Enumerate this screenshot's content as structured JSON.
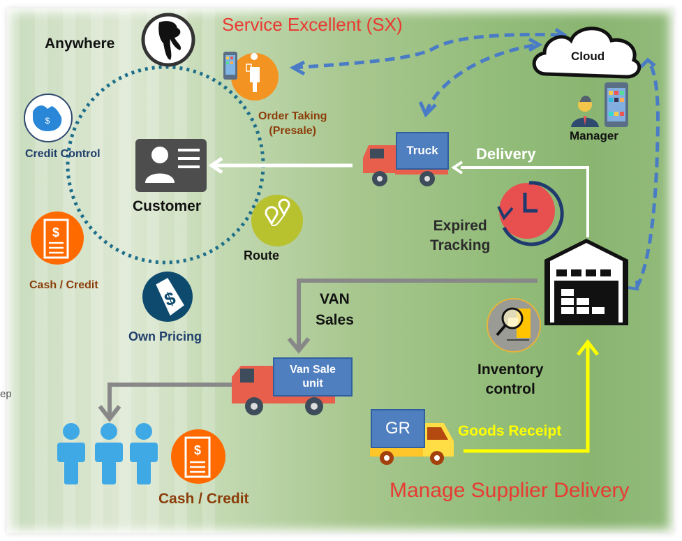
{
  "title": "Service Excellent (SX)",
  "footer_title": "Manage Supplier Delivery",
  "colors": {
    "title_red": "#e83a32",
    "orange": "#ff6a00",
    "brown_text": "#8b3d0a",
    "navy_text": "#1f3d6b",
    "dashed_blue": "#4a7cc6",
    "dotted_teal": "#1e6e8a",
    "yellow_arrow": "#ffff00",
    "gray_arrow": "#808080",
    "truck_red": "#e8604c",
    "box_blue": "#4f7fbf"
  },
  "nodes": {
    "anywhere": {
      "label": "Anywhere",
      "icon": "thailand-map-icon"
    },
    "order_taking": {
      "label_line1": "Order Taking",
      "label_line2": "(Presale)",
      "icon": "salesperson-tablet-icon"
    },
    "credit_control": {
      "label": "Credit Control",
      "icon": "money-hand-icon"
    },
    "customer": {
      "label": "Customer",
      "icon": "contact-card-icon"
    },
    "cash_credit_1": {
      "label": "Cash / Credit",
      "icon": "invoice-dollar-icon"
    },
    "route": {
      "label": "Route",
      "icon": "route-pin-icon"
    },
    "own_pricing": {
      "label": "Own Pricing",
      "icon": "price-tag-icon"
    },
    "cloud": {
      "label": "Cloud",
      "icon": "cloud-icon"
    },
    "manager": {
      "label": "Manager",
      "icon": "manager-mobile-icon"
    },
    "truck": {
      "label": "Truck",
      "icon": "truck-icon"
    },
    "delivery": {
      "label": "Delivery"
    },
    "expired_tracking": {
      "label_line1": "Expired",
      "label_line2": "Tracking",
      "icon": "clock-icon"
    },
    "warehouse": {
      "icon": "warehouse-icon"
    },
    "van_sales": {
      "label_line1": "VAN",
      "label_line2": "Sales"
    },
    "van_sale_unit": {
      "label_line1": "Van Sale",
      "label_line2": "unit",
      "icon": "van-icon"
    },
    "inventory_control": {
      "label_line1": "Inventory",
      "label_line2": "control",
      "icon": "inventory-search-icon"
    },
    "customers_group": {
      "icon": "people-group-icon"
    },
    "cash_credit_2": {
      "label": "Cash / Credit",
      "icon": "invoice-dollar-icon"
    },
    "gr_truck": {
      "label": "GR",
      "icon": "delivery-truck-icon"
    },
    "goods_receipt": {
      "label": "Goods Receipt"
    }
  },
  "stray_text": "ep"
}
